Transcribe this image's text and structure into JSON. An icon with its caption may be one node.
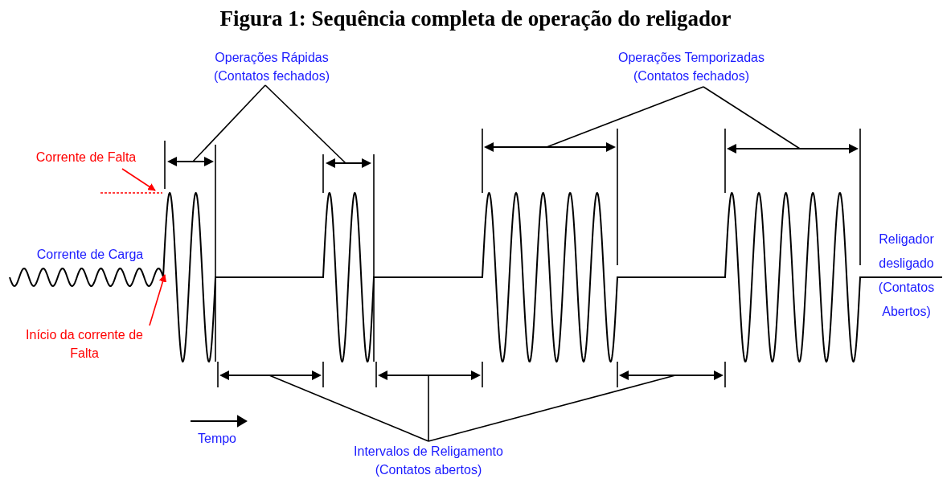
{
  "diagram": {
    "title": "Figura 1: Sequência completa de operação do religador",
    "nodes": [
      {
        "text": [
          "Operações Rápidas (Contatos fechados)"
        ]
      },
      {
        "text": [],
        "shape": "arrow"
      },
      {
        "text": [],
        "shape": "arrow"
      },
      {
        "text": [
          "Operações Temporizadas (Contatos fechados)"
        ]
      },
      {
        "text": [],
        "shape": "arrow"
      },
      {
        "text": [],
        "shape": "arrow"
      },
      {
        "text": [
          "Corrente de Falta"
        ]
      },
      {
        "text": [],
        "shape": "line"
      },
      {
        "text": [
          "Início da corrente de Falta"
        ]
      },
      {
        "text": [
          "Intervalos de Religamento (Contatos abertos)"
        ]
      },
      {
        "text": [],
        "shape": "arrow"
      },
      {
        "text": [],
        "shape": "arrow"
      },
      {
        "text": [],
        "shape": "arrow"
      }
    ],
    "edges": [
      {
        "from": 0,
        "to": 1,
        "arrow": "none"
      },
      {
        "from": 0,
        "to": 2,
        "arrow": "none"
      },
      {
        "from": 3,
        "to": 4,
        "arrow": "none"
      },
      {
        "from": 3,
        "to": 5,
        "arrow": "none"
      },
      {
        "from": 6,
        "to": 7,
        "arrow": "to",
        "color": "#ff0000"
      },
      {
        "from": 8,
        "to": null,
        "arrow": "to",
        "color": "#ff0000"
      },
      {
        "from": 9,
        "to": 10,
        "arrow": "none"
      },
      {
        "from": 9,
        "to": 11,
        "arrow": "none"
      },
      {
        "from": 9,
        "to": 12,
        "arrow": "none"
      }
    ],
    "labels": [
      "Corrente de Carga",
      "Tempo",
      "Religador desligado (Contatos Abertos)"
    ]
  }
}
